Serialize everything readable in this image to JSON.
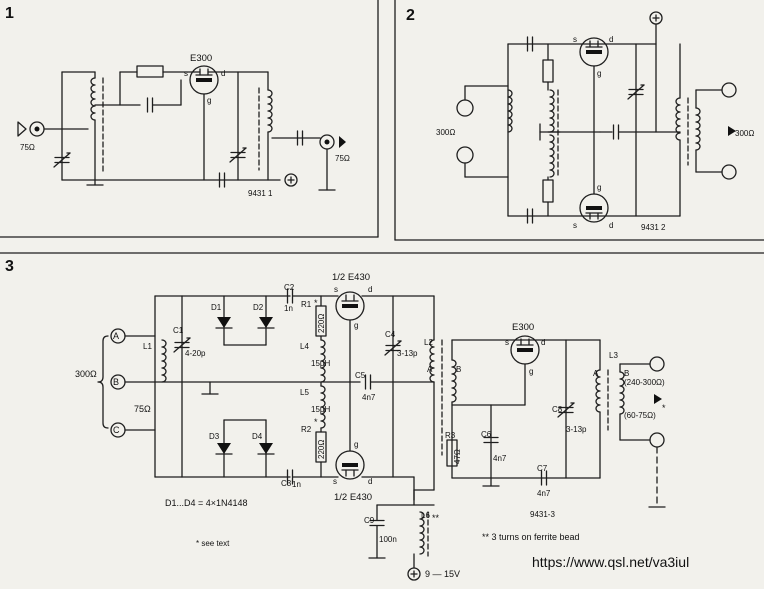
{
  "figures": {
    "fig1": "1",
    "fig2": "2",
    "fig3": "3"
  },
  "fig1": {
    "device": "E300",
    "s": "s",
    "d": "d",
    "g": "g",
    "in_imp": "75Ω",
    "out_imp": "75Ω",
    "code": "9431 1"
  },
  "fig2": {
    "in_imp": "300Ω",
    "out_imp": "300Ω",
    "s1": "s",
    "d1": "d",
    "g1": "g",
    "s2": "s",
    "d2": "d",
    "g2": "g",
    "code": "9431 2"
  },
  "fig3": {
    "term_a": "A",
    "term_b": "B",
    "term_c": "C",
    "imp_300": "300Ω",
    "imp_75": "75Ω",
    "l1": "L1",
    "c1": "C1",
    "c1_val": "4-20p",
    "d1": "D1",
    "d2": "D2",
    "d3": "D3",
    "d4": "D4",
    "c2": "C2",
    "c2_val": "1n",
    "c3": "C3",
    "c3_val": "1n",
    "r1": "R1",
    "r1_val": "220Ω",
    "r1_star": "*",
    "r2": "R2",
    "r2_val": "220Ω",
    "r2_star": "*",
    "l4": "L4",
    "l4_val": "15μH",
    "l5": "L5",
    "l5_val": "15μH",
    "half_e430_top": "1/2 E430",
    "half_e430_bot": "1/2 E430",
    "s_top": "s",
    "d_top": "d",
    "g_top": "g",
    "s_bot": "s",
    "d_bot": "d",
    "g_bot": "g",
    "c4": "C4",
    "c4_val": "3-13p",
    "c5": "C5",
    "c5_val": "4n7",
    "l2": "L2",
    "l2_a": "A",
    "l2_b": "B",
    "e300": "E300",
    "s_e": "s",
    "d_e": "d",
    "g_e": "g",
    "r3": "R3",
    "r3_val": "47Ω",
    "c6": "C6",
    "c6_val": "4n7",
    "c8": "C8",
    "c8_val": "3-13p",
    "c7": "C7",
    "c7_val": "4n7",
    "l3": "L3",
    "l3_a": "A",
    "l3_b": "B",
    "out_240": "(240-300Ω)",
    "out_60": "(60-75Ω)",
    "out_star": "*",
    "code": "9431-3",
    "c9": "C9",
    "c9_val": "100n",
    "l6": "L6",
    "l6_star": "**",
    "supply": "9 — 15V",
    "diodes_note": "D1...D4 = 4×1N4148",
    "see_text": "* see text",
    "ferrite_note": "** 3 turns on ferrite bead"
  },
  "watermark": "https://www.qsl.net/va3iul"
}
